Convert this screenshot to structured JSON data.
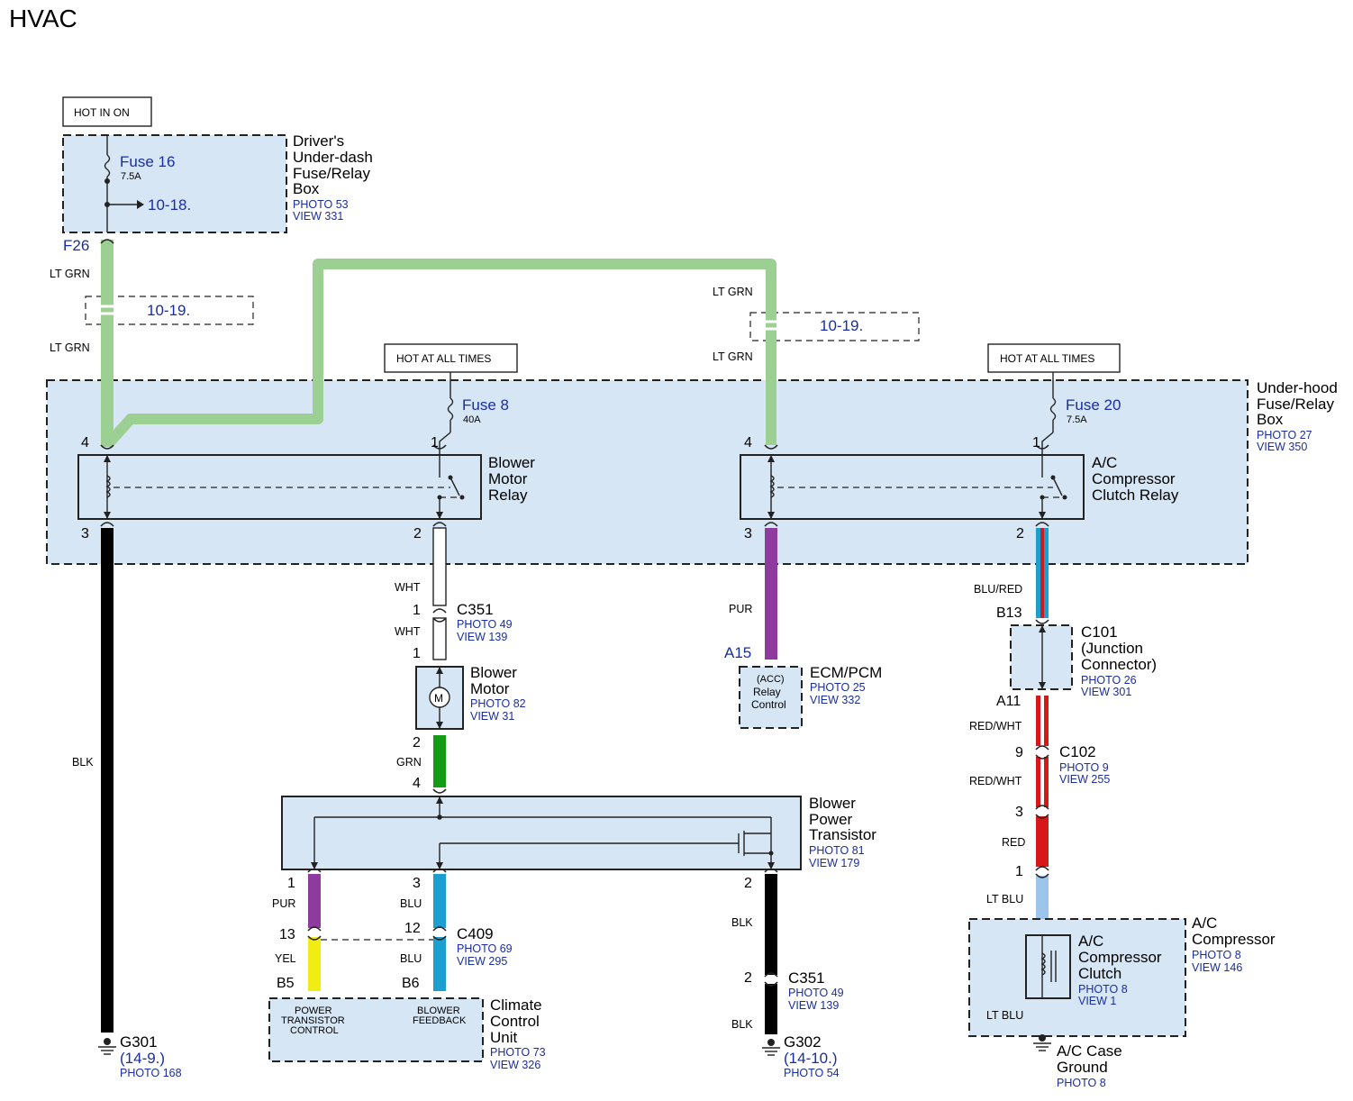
{
  "title": "HVAC",
  "colors": {
    "lt_grn": "#9ccf92",
    "blk": "#000000",
    "wht": "#ffffff",
    "pur": "#8e3a9e",
    "grn": "#149b14",
    "yel": "#f0ec14",
    "blu": "#1a9fd0",
    "red": "#d71818",
    "lt_blu": "#9dc4ea",
    "box_fill": "#d6e6f5"
  },
  "supply": {
    "hot_in_on": "HOT IN ON",
    "hot_all_1": "HOT AT ALL TIMES",
    "hot_all_2": "HOT AT ALL TIMES"
  },
  "dash_box": {
    "name_1": "Driver's",
    "name_2": "Under-dash",
    "name_3": "Fuse/Relay",
    "name_4": "Box",
    "photo": "PHOTO 53",
    "view": "VIEW 331",
    "fuse": "Fuse 16",
    "fuse_rating": "7.5A",
    "ref_out": "10-18.",
    "terminal": "F26"
  },
  "refs": {
    "left": "10-19.",
    "mid": "10-19."
  },
  "wires": {
    "lt_grn": "LT GRN",
    "blk": "BLK",
    "wht": "WHT",
    "grn": "GRN",
    "pur": "PUR",
    "yel": "YEL",
    "blu": "BLU",
    "blu_red": "BLU/RED",
    "red_wht": "RED/WHT",
    "red": "RED",
    "lt_blu": "LT BLU"
  },
  "underhood": {
    "name_1": "Under-hood",
    "name_2": "Fuse/Relay",
    "name_3": "Box",
    "photo": "PHOTO 27",
    "view": "VIEW 350",
    "fuse8": "Fuse 8",
    "fuse8_rating": "40A",
    "fuse20": "Fuse 20",
    "fuse20_rating": "7.5A"
  },
  "blower_relay": {
    "name_1": "Blower",
    "name_2": "Motor",
    "name_3": "Relay"
  },
  "ac_relay": {
    "name_1": "A/C",
    "name_2": "Compressor",
    "name_3": "Clutch Relay"
  },
  "pins": {
    "p4": "4",
    "p1": "1",
    "p3": "3",
    "p2": "2",
    "p12": "12",
    "p13": "13",
    "p9": "9",
    "b13": "B13",
    "a11": "A11",
    "a15": "A15",
    "b5": "B5",
    "b6": "B6"
  },
  "c351": {
    "name": "C351",
    "photo": "PHOTO 49",
    "view": "VIEW 139"
  },
  "blower_motor": {
    "name_1": "Blower",
    "name_2": "Motor",
    "photo": "PHOTO 82",
    "view": "VIEW 31",
    "symbol": "M"
  },
  "ecm": {
    "name": "ECM/PCM",
    "photo": "PHOTO 25",
    "view": "VIEW 332",
    "inner_1": "(ACC)",
    "inner_2": "Relay",
    "inner_3": "Control"
  },
  "c101": {
    "name_1": "C101",
    "name_2": "(Junction",
    "name_3": "Connector)",
    "photo": "PHOTO 26",
    "view": "VIEW 301"
  },
  "c102": {
    "name": "C102",
    "photo": "PHOTO 9",
    "view": "VIEW 255"
  },
  "transistor": {
    "name_1": "Blower",
    "name_2": "Power",
    "name_3": "Transistor",
    "photo": "PHOTO 81",
    "view": "VIEW 179"
  },
  "c409": {
    "name": "C409",
    "photo": "PHOTO 69",
    "view": "VIEW 295"
  },
  "climate": {
    "name_1": "Climate",
    "name_2": "Control",
    "name_3": "Unit",
    "photo": "PHOTO 73",
    "view": "VIEW 326",
    "ptc_1": "POWER",
    "ptc_2": "TRANSISTOR",
    "ptc_3": "CONTROL",
    "bf_1": "BLOWER",
    "bf_2": "FEEDBACK"
  },
  "compressor": {
    "name_1": "A/C",
    "name_2": "Compressor",
    "photo": "PHOTO 8",
    "view": "VIEW 146",
    "clutch_1": "A/C",
    "clutch_2": "Compressor",
    "clutch_3": "Clutch",
    "clutch_photo": "PHOTO 8",
    "clutch_view": "VIEW 1"
  },
  "grounds": {
    "g301": "G301",
    "g301_ref": "(14-9.)",
    "g301_photo": "PHOTO 168",
    "g302": "G302",
    "g302_ref": "(14-10.)",
    "g302_photo": "PHOTO 54",
    "ac_1": "A/C Case",
    "ac_2": "Ground",
    "ac_photo": "PHOTO 8"
  }
}
